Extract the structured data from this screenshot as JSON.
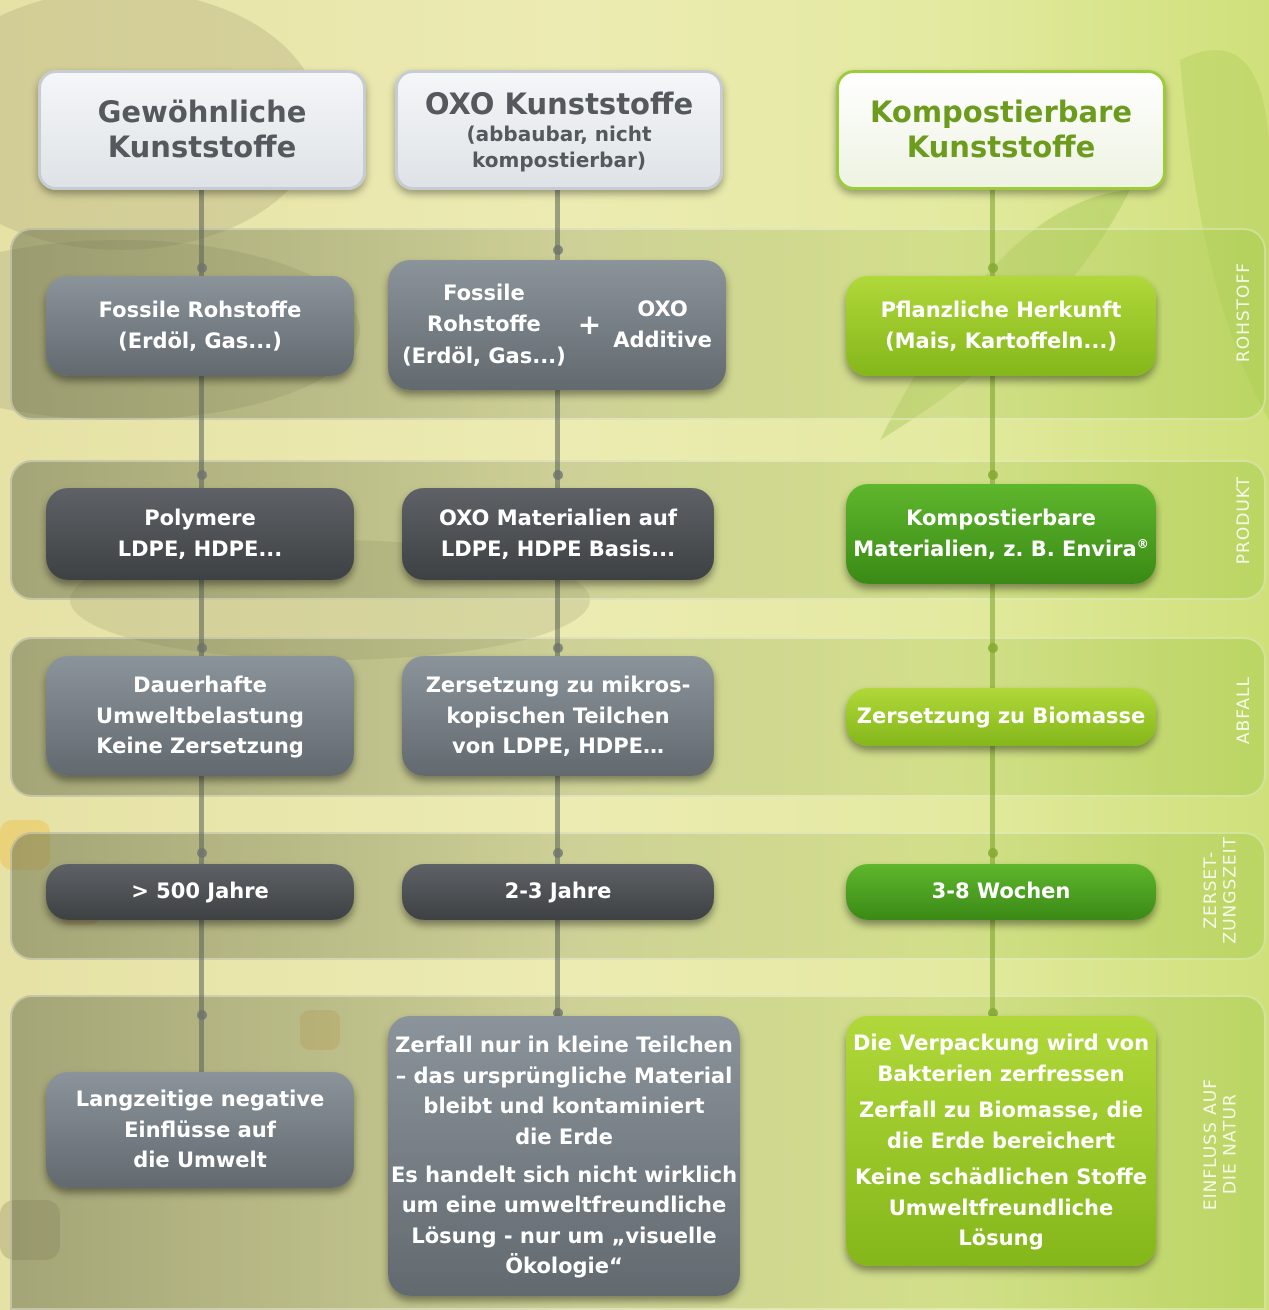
{
  "columns": {
    "common": {
      "title": "Gewöhnliche Kunststoffe"
    },
    "oxo": {
      "title": "OXO Kunststoffe",
      "subtitle": "(abbaubar, nicht kompostierbar)"
    },
    "compostable": {
      "title": "Kompostierbare Kunststoffe"
    }
  },
  "rows": {
    "rohstoff": {
      "label": "ROHSTOFF",
      "common": "Fossile Rohstoffe\n(Erdöl, Gas...)",
      "oxo_left": "Fossile\nRohstoffe\n(Erdöl, Gas...)",
      "oxo_plus": "+",
      "oxo_right": "OXO\nAdditive",
      "compostable": "Pflanzliche Herkunft\n(Mais, Kartoffeln...)"
    },
    "produkt": {
      "label": "PRODUKT",
      "common": "Polymere\nLDPE, HDPE...",
      "oxo": "OXO Materialien auf\nLDPE, HDPE Basis...",
      "compostable_line1": "Kompostierbare",
      "compostable_line2": "Materialien, z. B. Envira",
      "compostable_mark": "®"
    },
    "abfall": {
      "label": "ABFALL",
      "common": "Dauerhafte\nUmweltbelastung\nKeine Zersetzung",
      "oxo": "Zersetzung zu mikros-\nkopischen Teilchen\nvon LDPE, HDPE…",
      "compostable": "Zersetzung zu Biomasse"
    },
    "zeit": {
      "label": "ZERSET-\nZUNGSZEIT",
      "common": "> 500 Jahre",
      "oxo": "2-3 Jahre",
      "compostable": "3-8 Wochen"
    },
    "natur": {
      "label": "EINFLUSS AUF\nDIE NATUR",
      "common": "Langzeitige negative\nEinflüsse auf\ndie Umwelt",
      "oxo_p1": "Zerfall nur in kleine Teilchen\n– das ursprüngliche Material\nbleibt und kontaminiert\ndie Erde",
      "oxo_p2": "Es handelt sich nicht wirklich\num eine umweltfreundliche\nLösung - nur um „visuelle\nÖkologie“",
      "compostable_p1": "Die Verpackung wird von\nBakterien zerfressen",
      "compostable_p2": "Zerfall zu Biomasse, die\ndie Erde bereichert",
      "compostable_p3": "Keine schädlichen Stoffe\nUmweltfreundliche\nLösung"
    }
  },
  "colors": {
    "gray_box": "#737b81",
    "dark_box": "#4a4d50",
    "lime_box": "#9bc92a",
    "green_box": "#4da322",
    "green_title": "#6c9b1d",
    "gray_title": "#55595d"
  }
}
